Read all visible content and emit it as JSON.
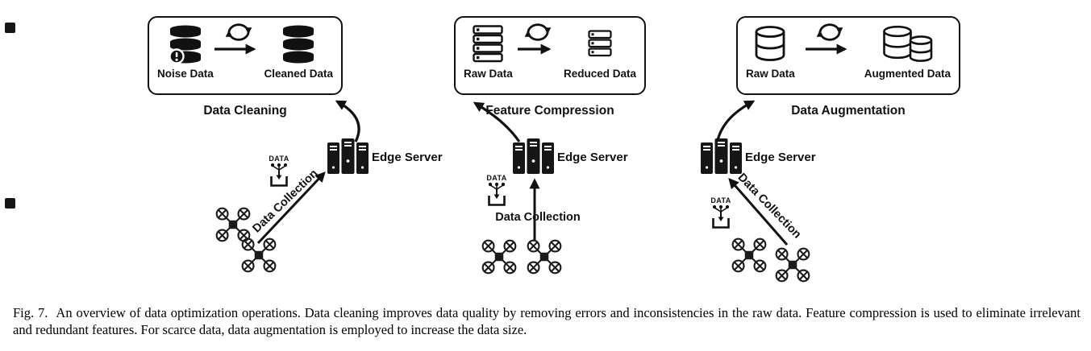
{
  "figure": {
    "caption_label": "Fig. 7.",
    "caption_text": "An overview of data optimization operations. Data cleaning improves data quality by removing errors and inconsistencies in the raw data. Feature compression is used to eliminate irrelevant and redundant features. For scarce data, data augmentation is employed to increase the data size.",
    "colors": {
      "ink": "#111111",
      "background": "#ffffff"
    },
    "icons": {
      "noise_data": "database-with-error-badge-icon",
      "cleaned_data": "stacked-database-icon",
      "raw_data_rack": "server-rack-icon",
      "reduced_data_rack": "small-server-rack-icon",
      "raw_data_db": "database-outline-icon",
      "augmented_data": "double-database-icon",
      "transform": "sync-arrows-icon",
      "server": "edge-server-icon",
      "uav": "drone-icon",
      "package": "data-download-icon"
    },
    "panels": [
      {
        "title": "Data Cleaning",
        "source_label": "Noise Data",
        "result_label": "Cleaned Data",
        "server_label": "Edge Server",
        "collection_label": "Data Collection",
        "package_label": "DATA"
      },
      {
        "title": "Feature Compression",
        "source_label": "Raw Data",
        "result_label": "Reduced Data",
        "server_label": "Edge Server",
        "collection_label": "Data Collection",
        "package_label": "DATA"
      },
      {
        "title": "Data Augmentation",
        "source_label": "Raw Data",
        "result_label": "Augmented Data",
        "server_label": "Edge Server",
        "collection_label": "Data Collection",
        "package_label": "DATA"
      }
    ]
  }
}
